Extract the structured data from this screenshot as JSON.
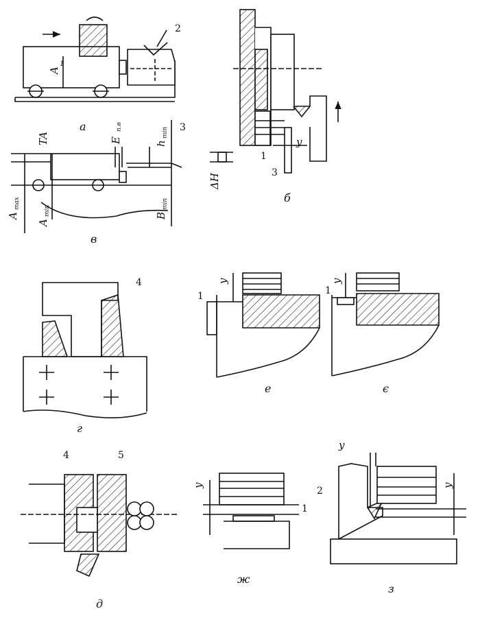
{
  "figure": {
    "captions": {
      "a": "а",
      "b": "б",
      "v": "в",
      "g": "г",
      "d": "д",
      "e": "е",
      "ye": "є",
      "zh": "ж",
      "z": "з"
    },
    "numbers": [
      "1",
      "2",
      "3",
      "4",
      "5"
    ],
    "labels": {
      "A1": "A",
      "A1_sub": "1",
      "TA": "TA",
      "E": "E",
      "E_sub": "п.в",
      "h": "h",
      "h_sub": "min",
      "Amax": "A",
      "Amax_sub": "max",
      "Amin": "A",
      "Amin_sub": "min",
      "Bmin": "B",
      "Bmin_sub": "min",
      "deltaH": "ΔH",
      "y": "y"
    }
  }
}
